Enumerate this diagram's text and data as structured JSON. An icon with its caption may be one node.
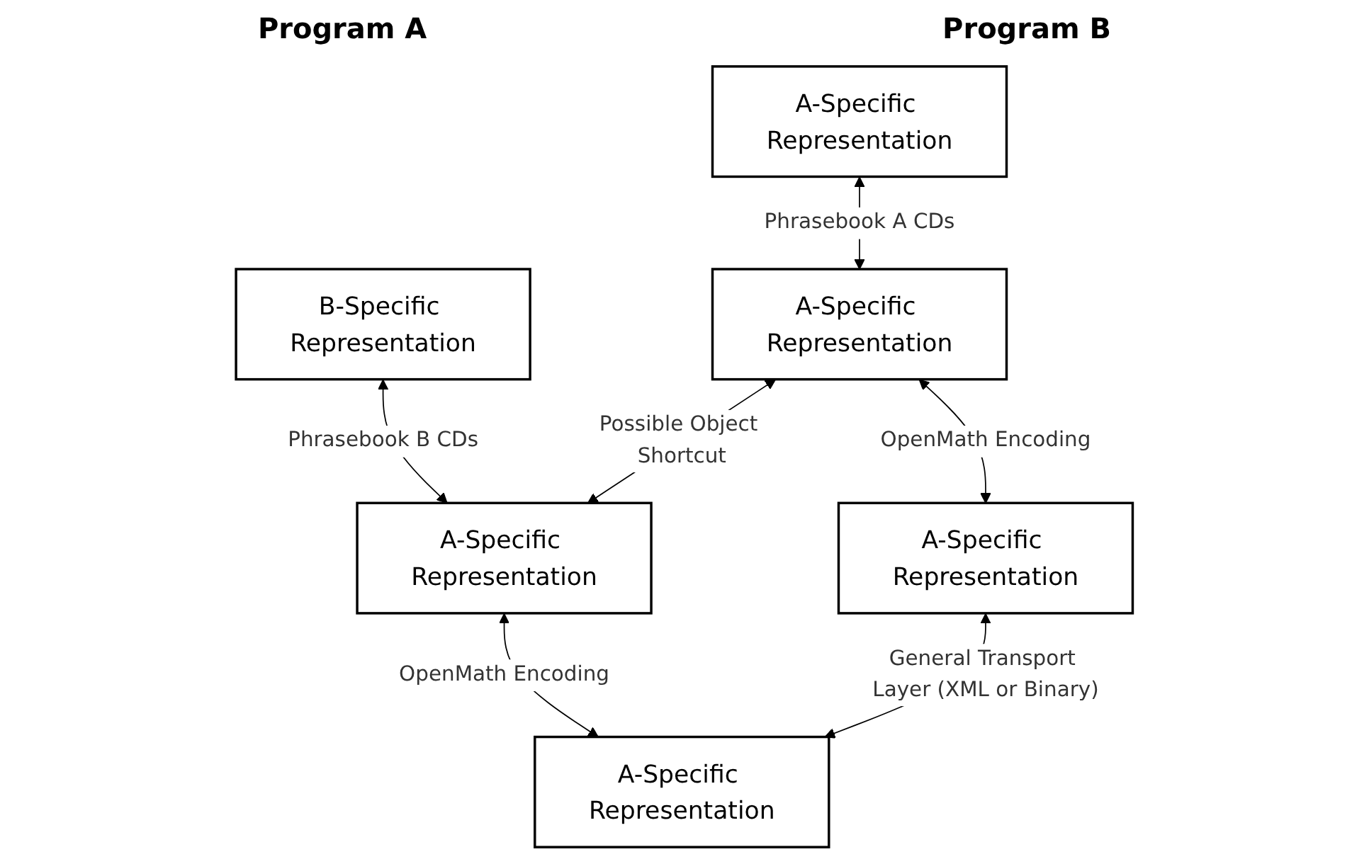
{
  "diagram": {
    "nodes": [
      {
        "text": [
          "A-Specific Representation"
        ]
      },
      {
        "text": [
          "B-Specific Representation"
        ]
      },
      {
        "text": [
          "A-Specific Representation"
        ]
      },
      {
        "text": [
          "A-Specific Representation"
        ]
      },
      {
        "text": [
          "A-Specific Representation"
        ]
      },
      {
        "text": [
          "A-Specific Representation"
        ]
      }
    ],
    "edges": [
      {
        "from": 0,
        "to": 2,
        "arrow": "both",
        "label": "Phrasebook A CDs"
      },
      {
        "from": 1,
        "to": 3,
        "arrow": "both",
        "label": "Phrasebook B CDs"
      },
      {
        "from": 2,
        "to": 3,
        "arrow": "both",
        "label": "Possible Object Shortcut"
      },
      {
        "from": 2,
        "to": 4,
        "arrow": "both",
        "label": "OpenMath Encoding"
      },
      {
        "from": 3,
        "to": 5,
        "arrow": "both",
        "label": "OpenMath Encoding"
      },
      {
        "from": 4,
        "to": 5,
        "arrow": "both",
        "label": "General Transport Layer (XML or Binary)"
      }
    ],
    "labels": [
      "Program A",
      "Program B"
    ]
  }
}
